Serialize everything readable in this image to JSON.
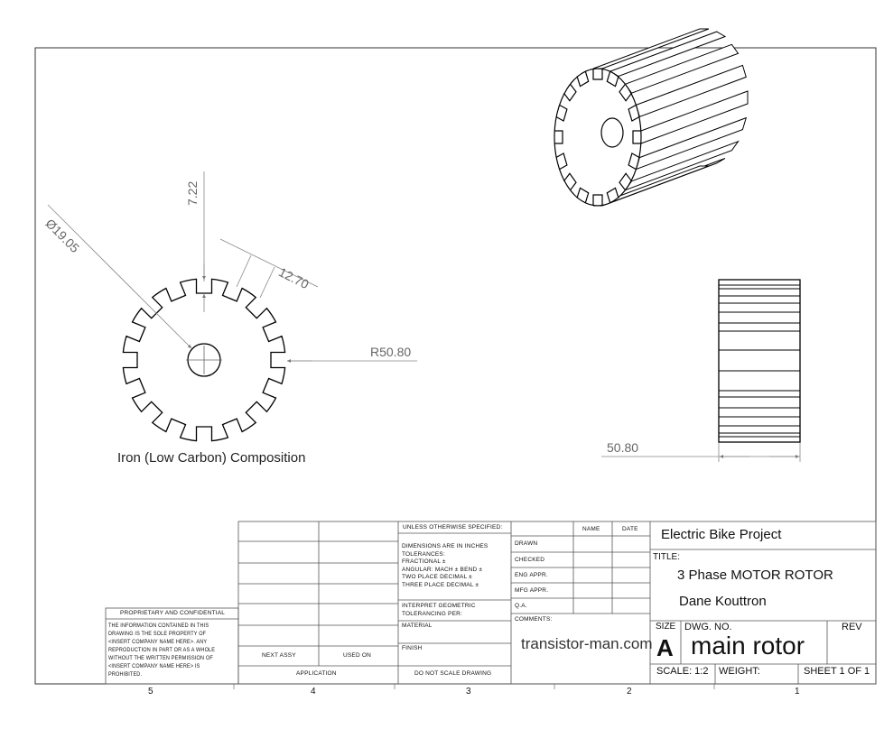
{
  "drawing": {
    "material_note": "Iron (Low Carbon) Composition",
    "dimensions": {
      "diameter": "Ø19.05",
      "slot_depth": "7.22",
      "tooth_width": "12.70",
      "radius": "R50.80",
      "width": "50.80"
    }
  },
  "zones": {
    "bottom": [
      "5",
      "4",
      "3",
      "2",
      "1"
    ]
  },
  "title_block": {
    "proprietary_title": "PROPRIETARY AND CONFIDENTIAL",
    "proprietary_lines": [
      "THE INFORMATION CONTAINED IN THIS",
      "DRAWING IS THE SOLE PROPERTY OF",
      "<INSERT COMPANY NAME HERE>. ANY",
      "REPRODUCTION IN PART OR AS A WHOLE",
      "WITHOUT THE WRITTEN PERMISSION OF",
      "<INSERT COMPANY NAME HERE> IS",
      "PROHIBITED."
    ],
    "next_assy": "NEXT ASSY",
    "used_on": "USED ON",
    "application": "APPLICATION",
    "unless": "UNLESS OTHERWISE SPECIFIED:",
    "tolerance_lines": [
      "DIMENSIONS ARE IN INCHES",
      "TOLERANCES:",
      "FRACTIONAL ±",
      "ANGULAR: MACH ±    BEND ±",
      "TWO PLACE DECIMAL    ±",
      "THREE PLACE DECIMAL   ±"
    ],
    "interpret": [
      "INTERPRET GEOMETRIC",
      "TOLERANCING PER:"
    ],
    "material_label": "MATERIAL",
    "finish_label": "FINISH",
    "do_not_scale": "DO NOT SCALE DRAWING",
    "name_col": "NAME",
    "date_col": "DATE",
    "rows": [
      "DRAWN",
      "CHECKED",
      "ENG APPR.",
      "MFG APPR.",
      "Q.A.",
      "COMMENTS:"
    ],
    "watermark": "transistor-man.com",
    "company": "Electric Bike Project",
    "title_label": "TITLE:",
    "title_line1": "3 Phase MOTOR ROTOR",
    "title_line2": "Dane Kouttron",
    "size_label": "SIZE",
    "size_value": "A",
    "dwg_no_label": "DWG.  NO.",
    "dwg_no": "main rotor",
    "rev_label": "REV",
    "scale": "SCALE: 1:2",
    "weight": "WEIGHT:",
    "sheet": "SHEET 1 OF 1"
  }
}
